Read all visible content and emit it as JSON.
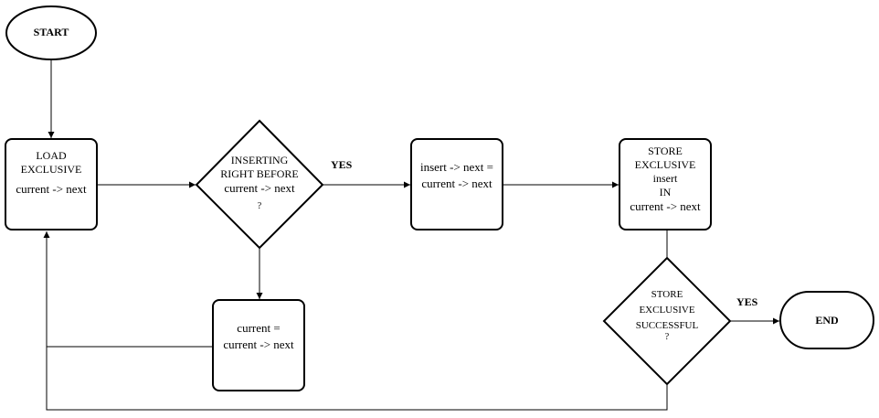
{
  "start": {
    "label": "START"
  },
  "load_exclusive": {
    "line1": "LOAD",
    "line2": "EXCLUSIVE",
    "line3": "current -> next"
  },
  "decision_inserting": {
    "line1": "INSERTING",
    "line2": "RIGHT  BEFORE",
    "line3": "current -> next",
    "line4": "?"
  },
  "yes_label_1": "YES",
  "assign_insert": {
    "line1": "insert -> next =",
    "line2": "current -> next"
  },
  "store_exclusive": {
    "line1": "STORE",
    "line2": "EXCLUSIVE",
    "line3": "insert",
    "line4": "IN",
    "line5": "current -> next"
  },
  "advance_current": {
    "line1": "current =",
    "line2": "current -> next"
  },
  "decision_store": {
    "line1": "STORE",
    "line2": "EXCLUSIVE",
    "line3": "SUCCESSFUL",
    "line4": "?"
  },
  "yes_label_2": "YES",
  "end": {
    "label": "END"
  }
}
